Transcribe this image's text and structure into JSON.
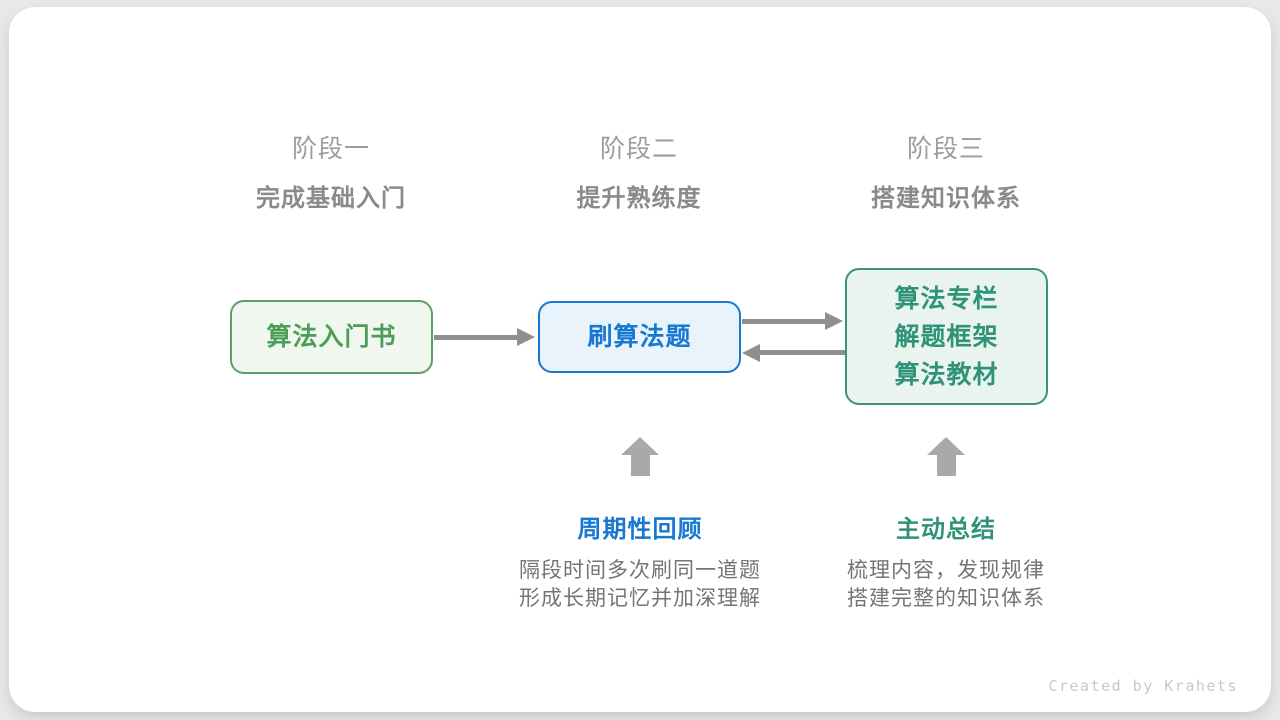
{
  "stages": [
    {
      "label": "阶段一",
      "subtitle": "完成基础入门"
    },
    {
      "label": "阶段二",
      "subtitle": "提升熟练度"
    },
    {
      "label": "阶段三",
      "subtitle": "搭建知识体系"
    }
  ],
  "nodes": [
    {
      "id": "intro-book",
      "lines": [
        "算法入门书"
      ],
      "text_color": "#4e9d57",
      "border_color": "#5e9f63",
      "bg_color": "#eff7ef"
    },
    {
      "id": "practice-problems",
      "lines": [
        "刷算法题"
      ],
      "text_color": "#1778d1",
      "border_color": "#1778d1",
      "bg_color": "#e8f3fc"
    },
    {
      "id": "knowledge-system",
      "lines": [
        "算法专栏",
        "解题框架",
        "算法教材"
      ],
      "text_color": "#2f9379",
      "border_color": "#39947e",
      "bg_color": "#e9f4ee"
    }
  ],
  "annotations": [
    {
      "title": "周期性回顾",
      "title_color": "#1778d1",
      "lines": [
        "隔段时间多次刷同一道题",
        "形成长期记忆并加深理解"
      ]
    },
    {
      "title": "主动总结",
      "title_color": "#2f9379",
      "lines": [
        "梳理内容，发现规律",
        "搭建完整的知识体系"
      ]
    }
  ],
  "footer": {
    "credit": "Created by Krahets"
  },
  "colors": {
    "page_background": "#e9e9e9",
    "card_background": "#ffffff",
    "stage_label": "#9c9c9c",
    "stage_subtitle": "#8a8a8a",
    "horizontal_arrow": "#8f8f8f",
    "up_arrow": "#a9a9a9",
    "description_text": "#757575",
    "credit_text": "#c9c9c9"
  }
}
